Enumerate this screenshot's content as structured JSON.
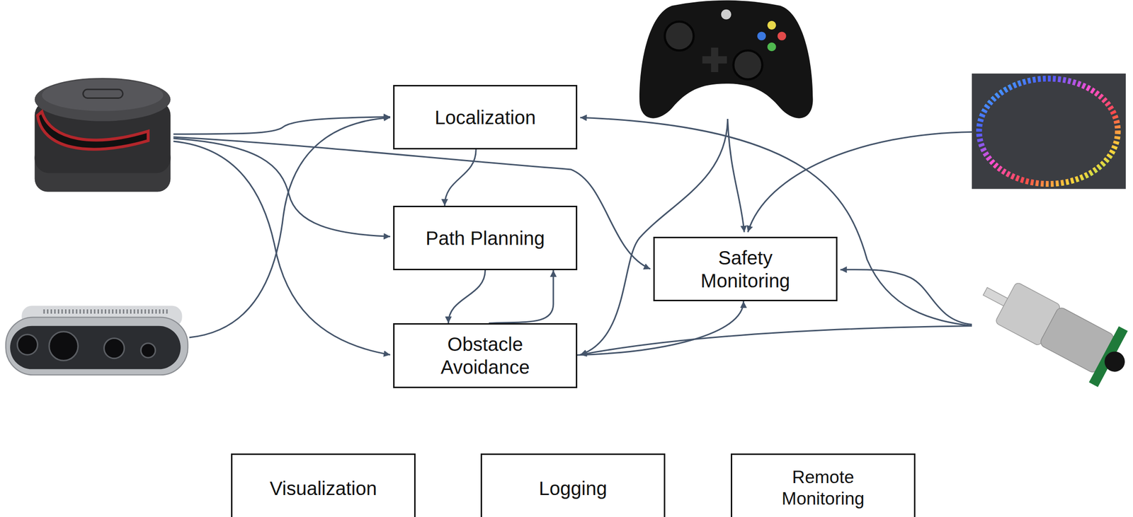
{
  "diagram": {
    "nodes": [
      {
        "text": [
          "Localization"
        ]
      },
      {
        "text": [
          "Path Planning"
        ]
      },
      {
        "text": [
          "Safety Monitoring"
        ]
      },
      {
        "text": [
          "Obstacle Avoidance"
        ]
      },
      {
        "text": [
          "Visualization"
        ]
      },
      {
        "text": [
          "Logging"
        ]
      },
      {
        "text": [
          "Remote Monitoring"
        ]
      }
    ],
    "edges": [
      {
        "from": 0,
        "to": 1,
        "arrow": "to"
      },
      {
        "from": 1,
        "to": 3,
        "arrow": "to"
      },
      {
        "from": 3,
        "to": 1,
        "arrow": "to"
      },
      {
        "from": 3,
        "to": 2,
        "arrow": "to"
      }
    ]
  }
}
